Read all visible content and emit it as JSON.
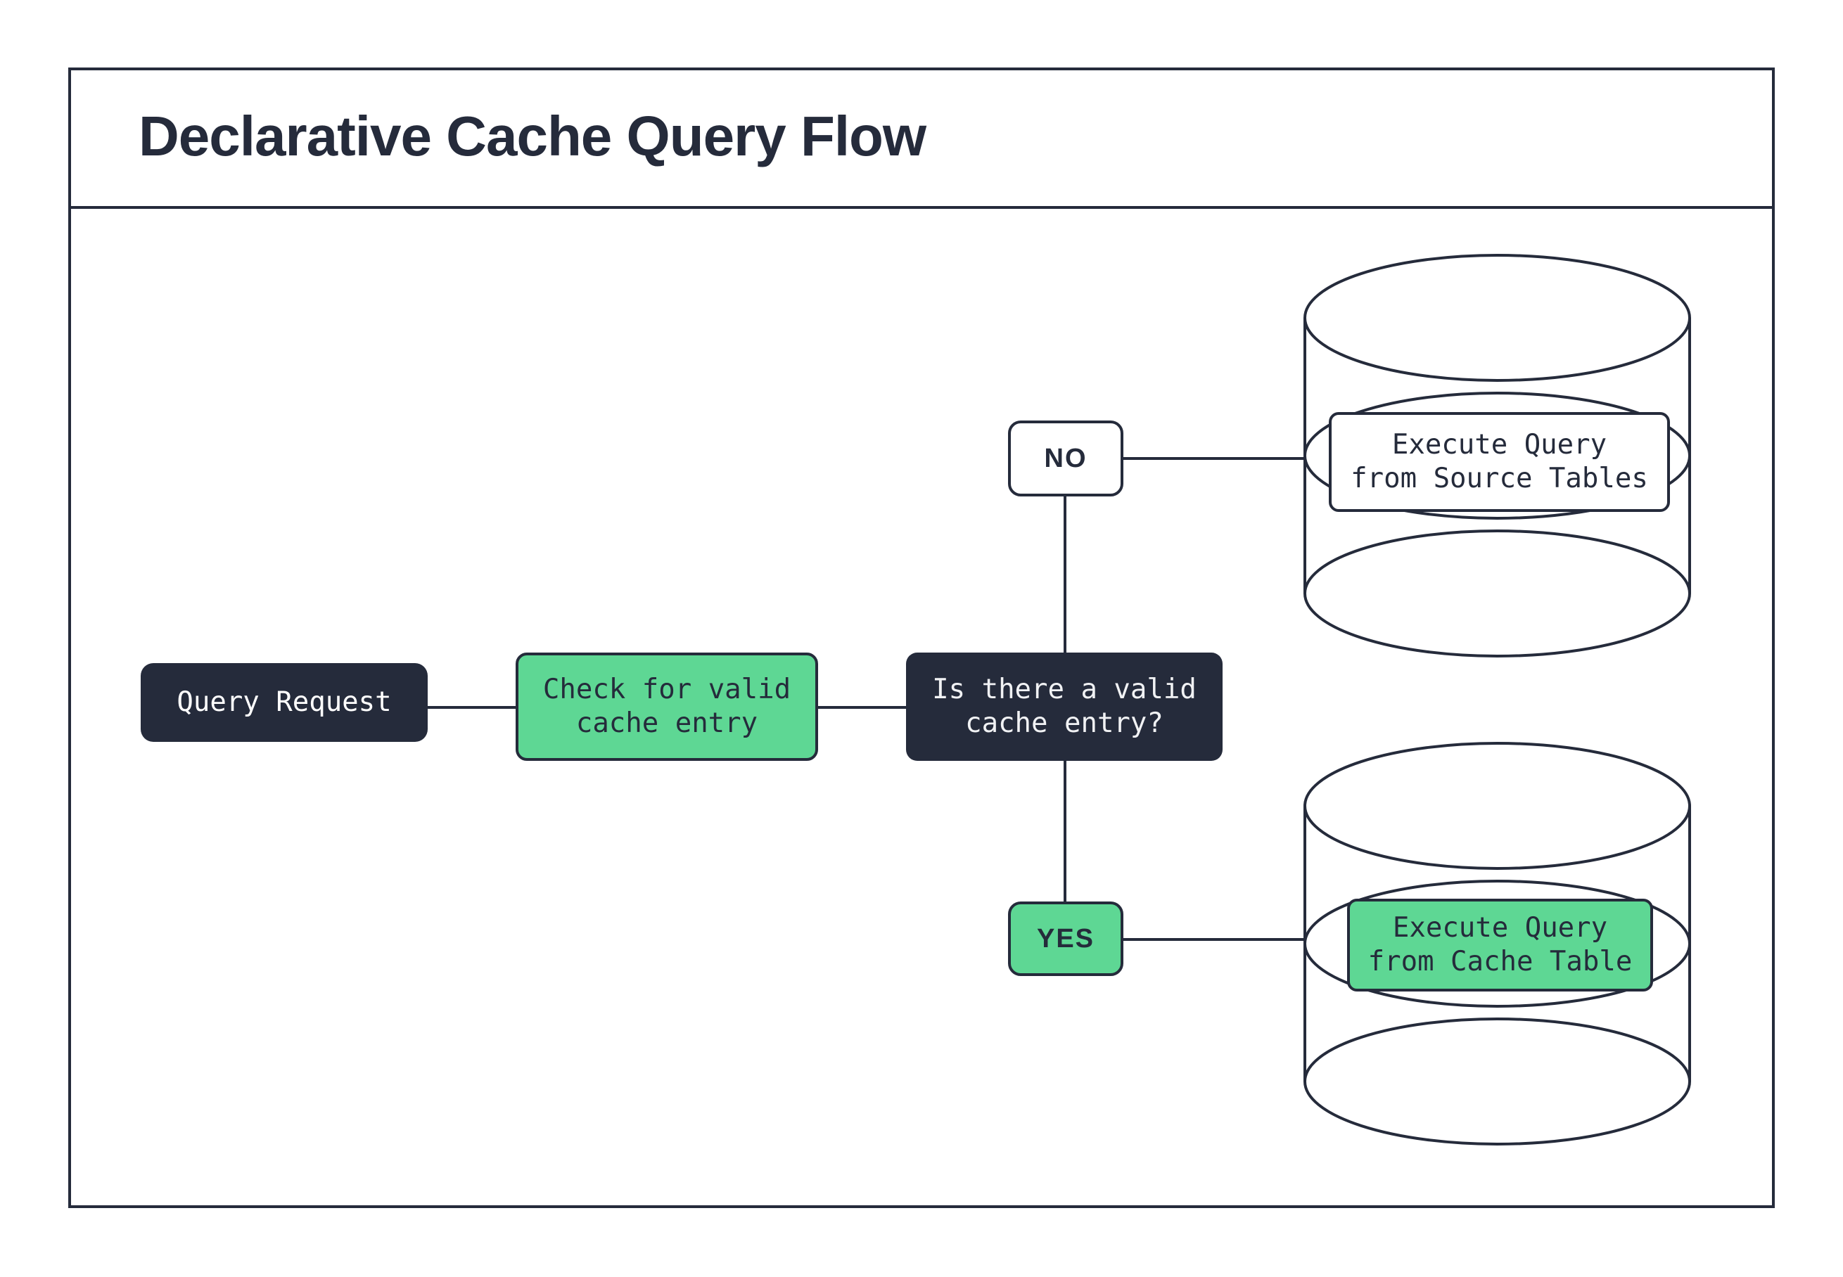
{
  "title": "Declarative Cache Query Flow",
  "colors": {
    "dark_navy": "#252b3b",
    "green": "#5ed794",
    "background": "#ffffff",
    "text_on_dark": "#f1f2f4"
  },
  "nodes": {
    "query_request": {
      "label": "Query Request"
    },
    "check_cache": {
      "label": "Check for valid\ncache entry"
    },
    "decision": {
      "label": "Is there a valid\ncache entry?"
    },
    "branch_no": {
      "label": "NO"
    },
    "branch_yes": {
      "label": "YES"
    },
    "source_db": {
      "label": "Execute Query\nfrom Source Tables"
    },
    "cache_db": {
      "label": "Execute Query\nfrom Cache Table"
    }
  }
}
